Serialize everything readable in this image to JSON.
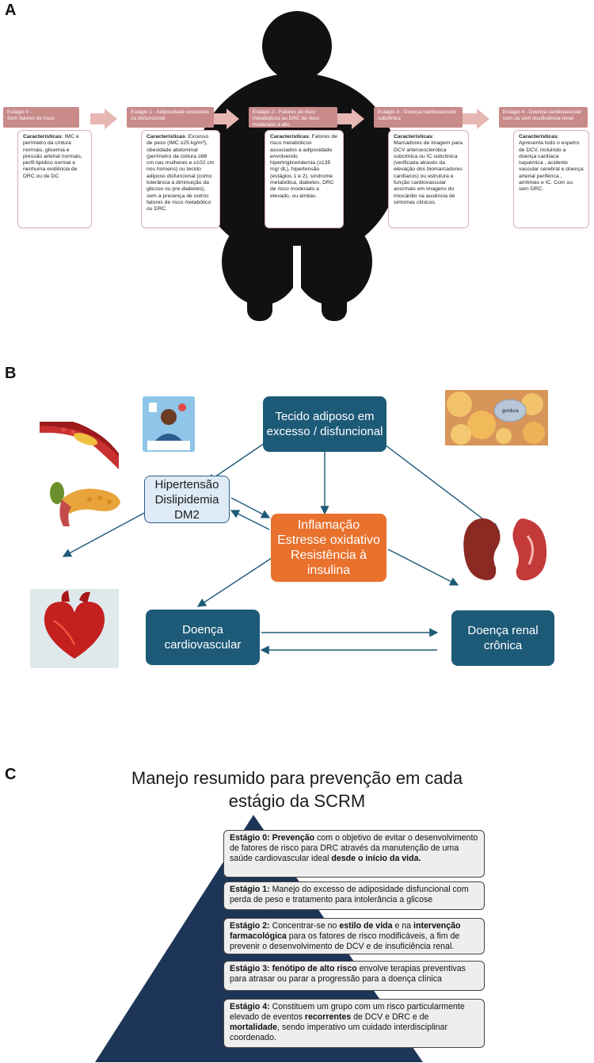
{
  "panels": {
    "a": "A",
    "b": "B",
    "c": "C"
  },
  "panel_a": {
    "stages": [
      {
        "header": "Estágio 0 -\nSem fatores de risco",
        "label": "Características",
        "text": ": IMC e perímetro da cintura normais, glicemia e pressão arterial normais, perfil lipídico normal e nenhuma evidência de DRC ou de DC"
      },
      {
        "header": "Estágio 1 - Adiposidade excessiva ou disfuncional",
        "label": "Características",
        "text": ": Excesso de peso (IMC ≥25 kg/m²), obesidade abdominal (perímetro da cintura ≥88 cm nas mulheres e ≥102 cm nos homens) ou tecido adiposo disfuncional (como tolerância à diminuição da glicose ou pre-diabetes), sem a presença de outros fatores de risco metabólico ou DRC."
      },
      {
        "header": "Estágio 2 - Fatores de risco metabólicos ou DRC de risco moderado a alto",
        "label": "Características",
        "text": ": Fatores de risco metabólicos associados a adiposidade envolvendo hipertrigliceridemia (≥135 mg/ dL), hipertensão (estágios 1 e 2), síndrome metabólica, diabetes, DRC de risco moderado a elevado, ou ambas."
      },
      {
        "header": "Estágio 3 - Doença cardiovascular subclínica",
        "label": "Características",
        "text": ": Marcadores de imagem para DCV arteroesclerótica subclínica ou IC subclínica (verificada através da elevação dos biomarcadores cardíacos) ou estrutura e função cardiovascular anormais em imagens do miocárdio na ausência de sintomas clínicos."
      },
      {
        "header": "Estágio 4 - Doença cardiovascular com ou sem insuficiência renal",
        "label": "Características",
        "text": ": Apresenta todo o espetro de DCV, incluindo a doença cardíaca isquémica , acidente vascular cerebral e doença arterial periférica , arritmias  e IC. Com ou sem DRC."
      }
    ]
  },
  "panel_b": {
    "top": "Tecido adiposo em excesso / disfuncional",
    "left": [
      "Hipertensão",
      "Dislipidemia",
      "DM2"
    ],
    "center": [
      "Inflamação",
      "Estresse oxidativo",
      "Resistência à insulina"
    ],
    "bottom_left": "Doença cardiovascular",
    "bottom_right": "Doença renal crônica",
    "fat_tissue_tag": "gordura",
    "icons": [
      "artery-plaque-icon",
      "pancreas-icon",
      "heart-icon",
      "kidney-icon",
      "doctor-patient-icon",
      "adipose-tissue-icon"
    ]
  },
  "panel_c": {
    "title_line1": "Manejo  resumido para prevenção em cada",
    "title_line2": "estágio da SCRM",
    "pyramid_color": "#1d3557",
    "boxes": [
      [
        {
          "t": "Estágio 0: Prevenção",
          "b": true
        },
        {
          "t": " com o objetivo de evitar o desenvolvimento de fatores de risco para DRC através da manutenção de uma saúde cardiovascular ideal ",
          "b": false
        },
        {
          "t": "desde o início da vida.",
          "b": true
        }
      ],
      [
        {
          "t": "Estágio 1:",
          "b": true
        },
        {
          "t": " Manejo do excesso de adiposidade disfuncional com perda de peso e tratamento para intolerância a glicose",
          "b": false
        }
      ],
      [
        {
          "t": "Estágio 2:",
          "b": true
        },
        {
          "t": " Concentrar-se no ",
          "b": false
        },
        {
          "t": "estilo de vida",
          "b": true
        },
        {
          "t": " e na ",
          "b": false
        },
        {
          "t": "intervenção farmacológica",
          "b": true
        },
        {
          "t": " para os fatores de risco modificáveis, a fim de prevenir o desenvolvimento de DCV e de insuficiência renal.",
          "b": false
        }
      ],
      [
        {
          "t": "Estágio 3: fenótipo de alto risco",
          "b": true
        },
        {
          "t": " envolve terapias preventivas para atrasar ou parar a progressão para a doença clínica",
          "b": false
        }
      ],
      [
        {
          "t": "Estágio 4:",
          "b": true
        },
        {
          "t": " Constituem um grupo com um risco particularmente elevado de eventos ",
          "b": false
        },
        {
          "t": "recorrentes",
          "b": true
        },
        {
          "t": " de DCV e DRC  e de ",
          "b": false
        },
        {
          "t": "mortalidade",
          "b": true
        },
        {
          "t": ", sendo imperativo um cuidado interdisciplinar coordenado.",
          "b": false
        }
      ]
    ]
  },
  "colors": {
    "stage_header": "#c98a8a",
    "node_dark": "#1d5a77",
    "node_orange": "#e8712d",
    "node_light": "#deebf7"
  }
}
